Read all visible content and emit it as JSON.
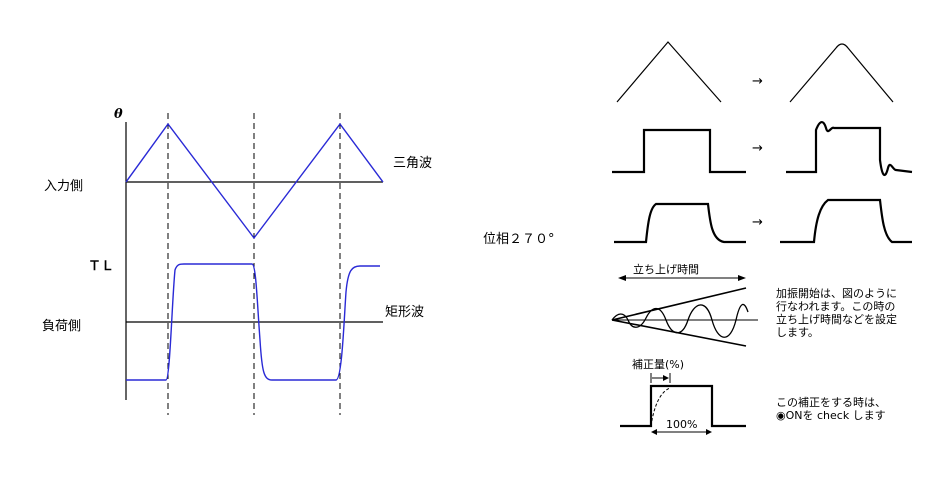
{
  "left": {
    "theta_label": "θ",
    "input_side": "入力側",
    "triangle_wave": "三角波",
    "tl_label": "ＴＬ",
    "load_side": "負荷側",
    "rectangle_wave": "矩形波"
  },
  "phase_label": "位相２７０°",
  "arrows": [
    "→",
    "→",
    "→"
  ],
  "rise_time": {
    "label": "立ち上げ時間",
    "desc": [
      "加振開始は、図のように",
      "行なわれます。この時の",
      "立ち上げ時間などを設定",
      "します。"
    ]
  },
  "correction": {
    "label": "補正量(%)",
    "percent": "100%",
    "desc": [
      "この補正をする時は、",
      "◉ONを check します"
    ]
  },
  "colors": {
    "signal": "#2a2ad6",
    "line": "#000000"
  }
}
